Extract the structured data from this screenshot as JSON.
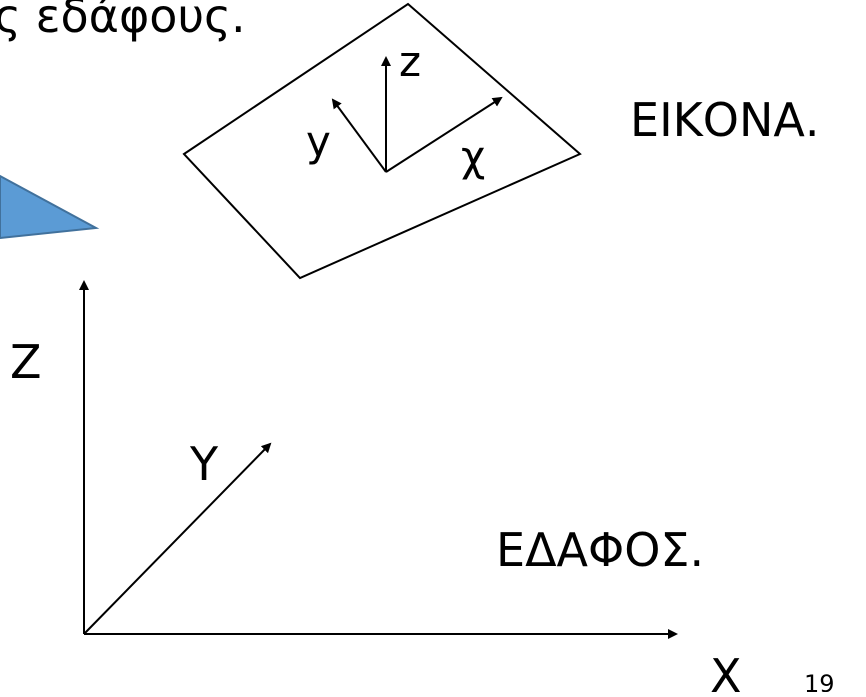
{
  "top_text_partial": "ς εδάφους.",
  "image_plane": {
    "label": "ΕΙΚΟΝΑ.",
    "axes": {
      "x": "χ",
      "y": "y",
      "z": "z"
    }
  },
  "ground": {
    "label": "ΕΔΑΦΟΣ.",
    "axes": {
      "x": "X",
      "y": "Y",
      "z": "Z"
    }
  },
  "page_number": "19",
  "colors": {
    "camera_fill": "#5b9bd5",
    "camera_stroke": "#41719c",
    "line": "#000000"
  }
}
